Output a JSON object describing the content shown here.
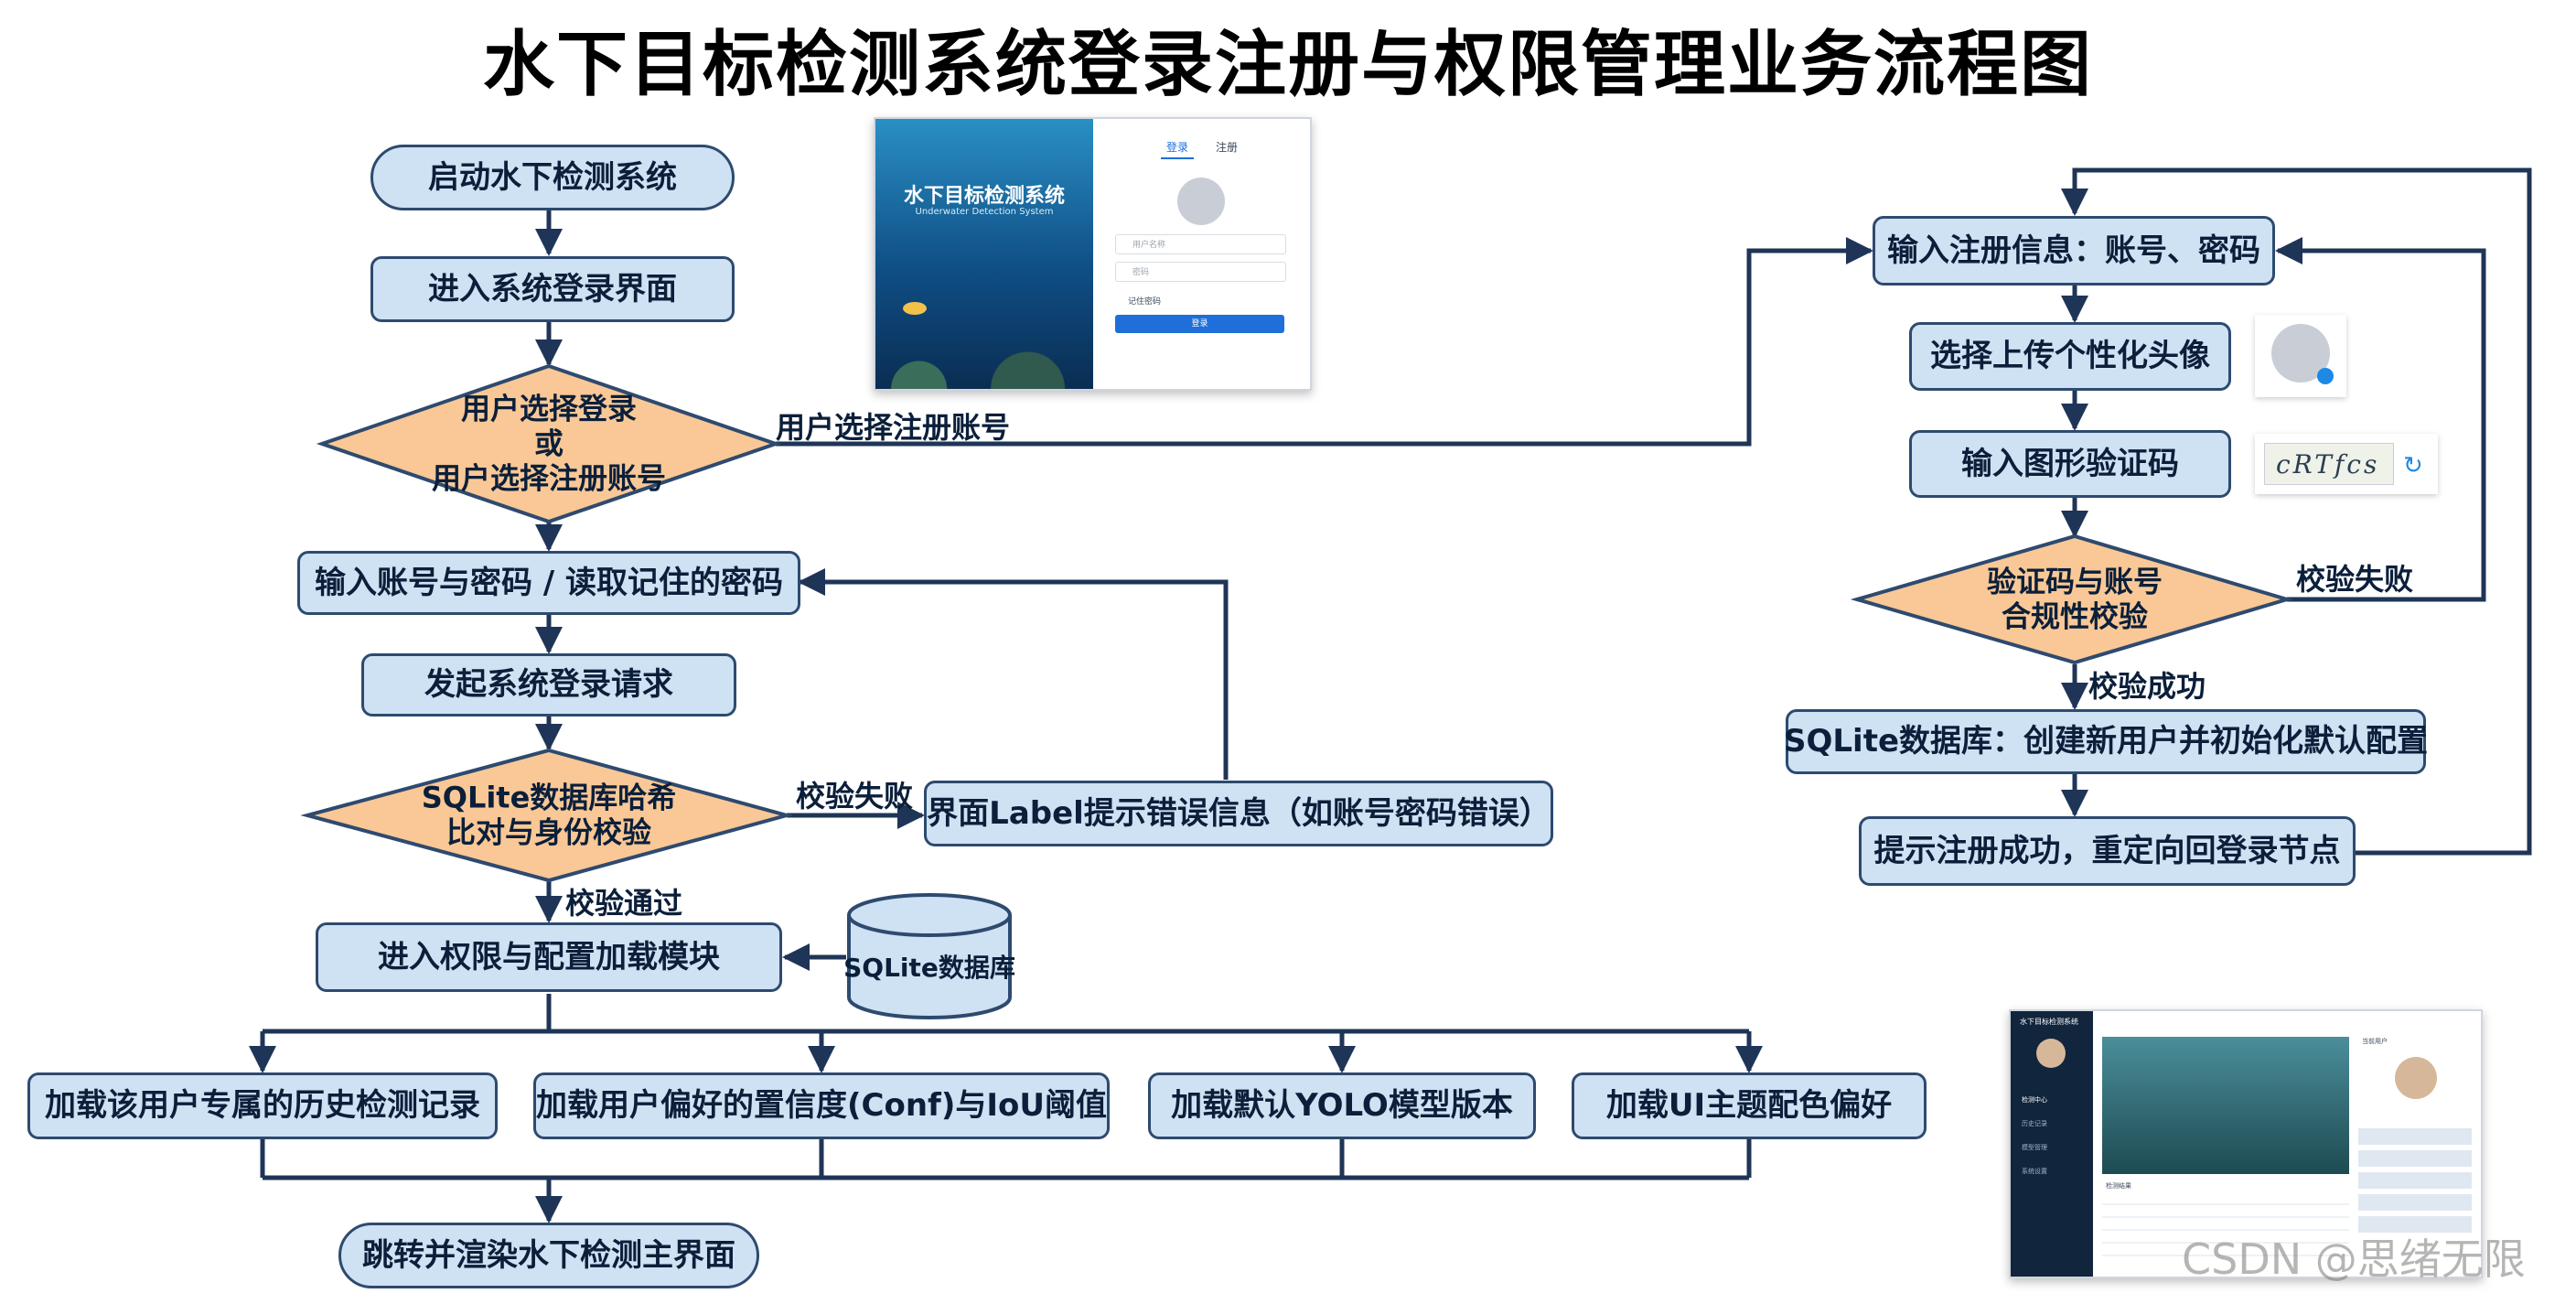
{
  "title": "水下目标检测系统登录注册与权限管理业务流程图",
  "colors": {
    "node_fill": "#cfe2f3",
    "decision_fill": "#f9c896",
    "line": "#1f3557"
  },
  "nodes": {
    "start": "启动水下检测系统",
    "enter_login": "进入系统登录界面",
    "choice": [
      "用户选择登录",
      "或",
      "用户选择注册账号"
    ],
    "input_credentials": "输入账号与密码 / 读取记住的密码",
    "login_request": "发起系统登录请求",
    "hash_check": [
      "SQLite数据库哈希",
      "比对与身份校验"
    ],
    "error_label": "界面Label提示错误信息（如账号密码错误）",
    "load_module": "进入权限与配置加载模块",
    "sqlite_db": "SQLite数据库",
    "load_history": "加载该用户专属的历史检测记录",
    "load_thresholds": "加载用户偏好的置信度(Conf)与IoU阈值",
    "load_yolo": "加载默认YOLO模型版本",
    "load_theme": "加载UI主题配色偏好",
    "render_main": "跳转并渲染水下检测主界面",
    "reg_input": "输入注册信息：账号、密码",
    "reg_avatar": "选择上传个性化头像",
    "reg_captcha": "输入图形验证码",
    "reg_check": [
      "验证码与账号",
      "合规性校验"
    ],
    "reg_create": "SQLite数据库：创建新用户并初始化默认配置",
    "reg_success": "提示注册成功，重定向回登录节点"
  },
  "edge_labels": {
    "choose_register": "用户选择注册账号",
    "login_fail": "校验失败",
    "login_pass": "校验通过",
    "reg_fail": "校验失败",
    "reg_success": "校验成功"
  },
  "login_thumb": {
    "brand": "水下目标检测系统",
    "brand_sub": "Underwater Detection System",
    "tab_login": "登录",
    "tab_register": "注册",
    "username_placeholder": "用户名称",
    "password_placeholder": "密码",
    "remember": "记住密码",
    "login_button": "登录"
  },
  "captcha_text": "cRTfcs",
  "main_thumb": {
    "app_title": "水下目标检测系统",
    "sidebar": [
      "检测中心",
      "历史记录",
      "模型管理",
      "系统设置"
    ],
    "panel_title": "检测结果",
    "side_panel_title": "当前用户"
  },
  "watermark": "CSDN @思绪无限"
}
